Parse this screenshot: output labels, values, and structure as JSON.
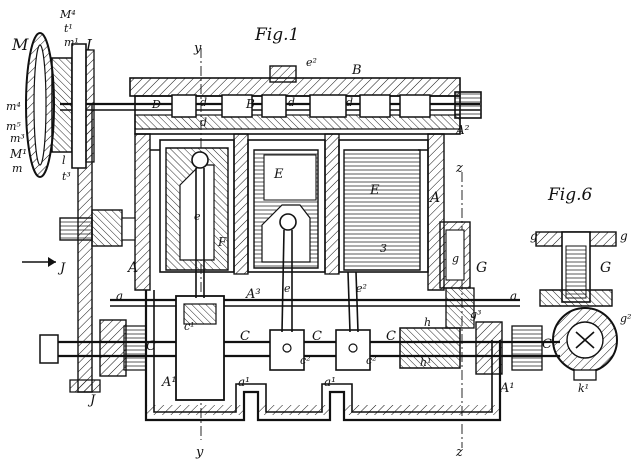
{
  "figures": {
    "fig1": "Fig.1",
    "fig6": "Fig.6"
  },
  "labels": {
    "M": "M",
    "M4": "M⁴",
    "t1": "t¹",
    "m1": "m¹",
    "I": "I",
    "m4": "m⁴",
    "m5": "m⁵",
    "m3": "m³",
    "M1": "M¹",
    "m_lower": "m",
    "l": "l",
    "t3": "t³",
    "y_top": "y",
    "y_bottom": "y",
    "z_top": "z",
    "z_bottom": "z",
    "e2_top": "e²",
    "B_top": "B",
    "B_shaft": "B",
    "D": "D",
    "d1": "d",
    "d2": "d",
    "d3": "d",
    "d4": "d",
    "A2": "A²",
    "E_left": "E",
    "E_center": "E",
    "E_right": "E",
    "e_left": "e",
    "e_center": "e",
    "e2_right": "e²",
    "three": "3",
    "A_right": "A",
    "A_left": "A",
    "A3": "A³",
    "J_mid": "J",
    "J_bottom": "J",
    "a_left": "a",
    "a_right": "a",
    "c1": "c¹",
    "C_left": "C",
    "C1": "C",
    "C2": "C",
    "C3": "C",
    "C_right": "C",
    "c_mid": "c²",
    "c_right": "c²",
    "h": "h",
    "h1": "h¹",
    "g3": "g³",
    "A1_left": "A¹",
    "A1_right": "A¹",
    "a1_left": "a¹",
    "a1_right": "a¹",
    "G": "G",
    "g_fig1": "g",
    "g_fig6_left": "g",
    "g_fig6_right": "g",
    "G_fig6": "G",
    "g2": "g²",
    "k1": "k¹",
    "F": "F"
  },
  "icons": [
    "gear-icon",
    "cylinder-icon",
    "crankshaft-icon",
    "arrow-icon"
  ]
}
